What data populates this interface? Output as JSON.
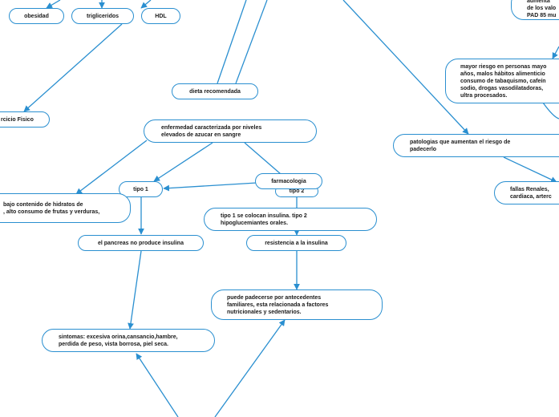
{
  "colors": {
    "line": "#2a8fd0",
    "border": "#2a8fd0",
    "text": "#1a1a1a",
    "background": "#ffffff"
  },
  "nodes": {
    "obesidad": "obesidad",
    "trigliceridos": "trigliceridos",
    "hdl": "HDL",
    "ejercicio": "rcicio Fisico",
    "dieta": "dieta recomendada",
    "enfermedad": "enfermedad caracterizada por niveles\nelevados de azucar en sangre",
    "tipo1": "tipo 1",
    "tipo2": "tipo 2",
    "farmacologia": "farmacologia",
    "dieta_detalle": "bajo contenido de hidratos de\n, alto consumo de frutas y verduras,",
    "insulina_tratamiento": "tipo 1 se colocan insulina. tipo 2\nhipoglucemiantes orales.",
    "pancreas": "el pancreas no produce insulina",
    "resistencia": "resistencia a la insulina",
    "antecedentes": "puede padecerse por antecedentes\nfamiliares, esta relacionada a factores\nnutricionales y sedentarios.",
    "sintomas": "sintomas: excesiva orina,cansancio,hambre,\nperdida de peso, vista borrosa, piel seca.",
    "mayor_riesgo": "mayor riesgo en personas mayo\naños, malos hábitos alimenticio\nconsumo de tabaquismo, cafeín\nsodio, drogas vasodilatadoras,\nultra procesados.",
    "patologias": "patologias que aumentan el riesgo de\npadecerlo",
    "fallas": "fallas Renales,\ncardiaca, arterc",
    "top_right": "aumenta\nde los valo\nPAD 85 mu"
  }
}
